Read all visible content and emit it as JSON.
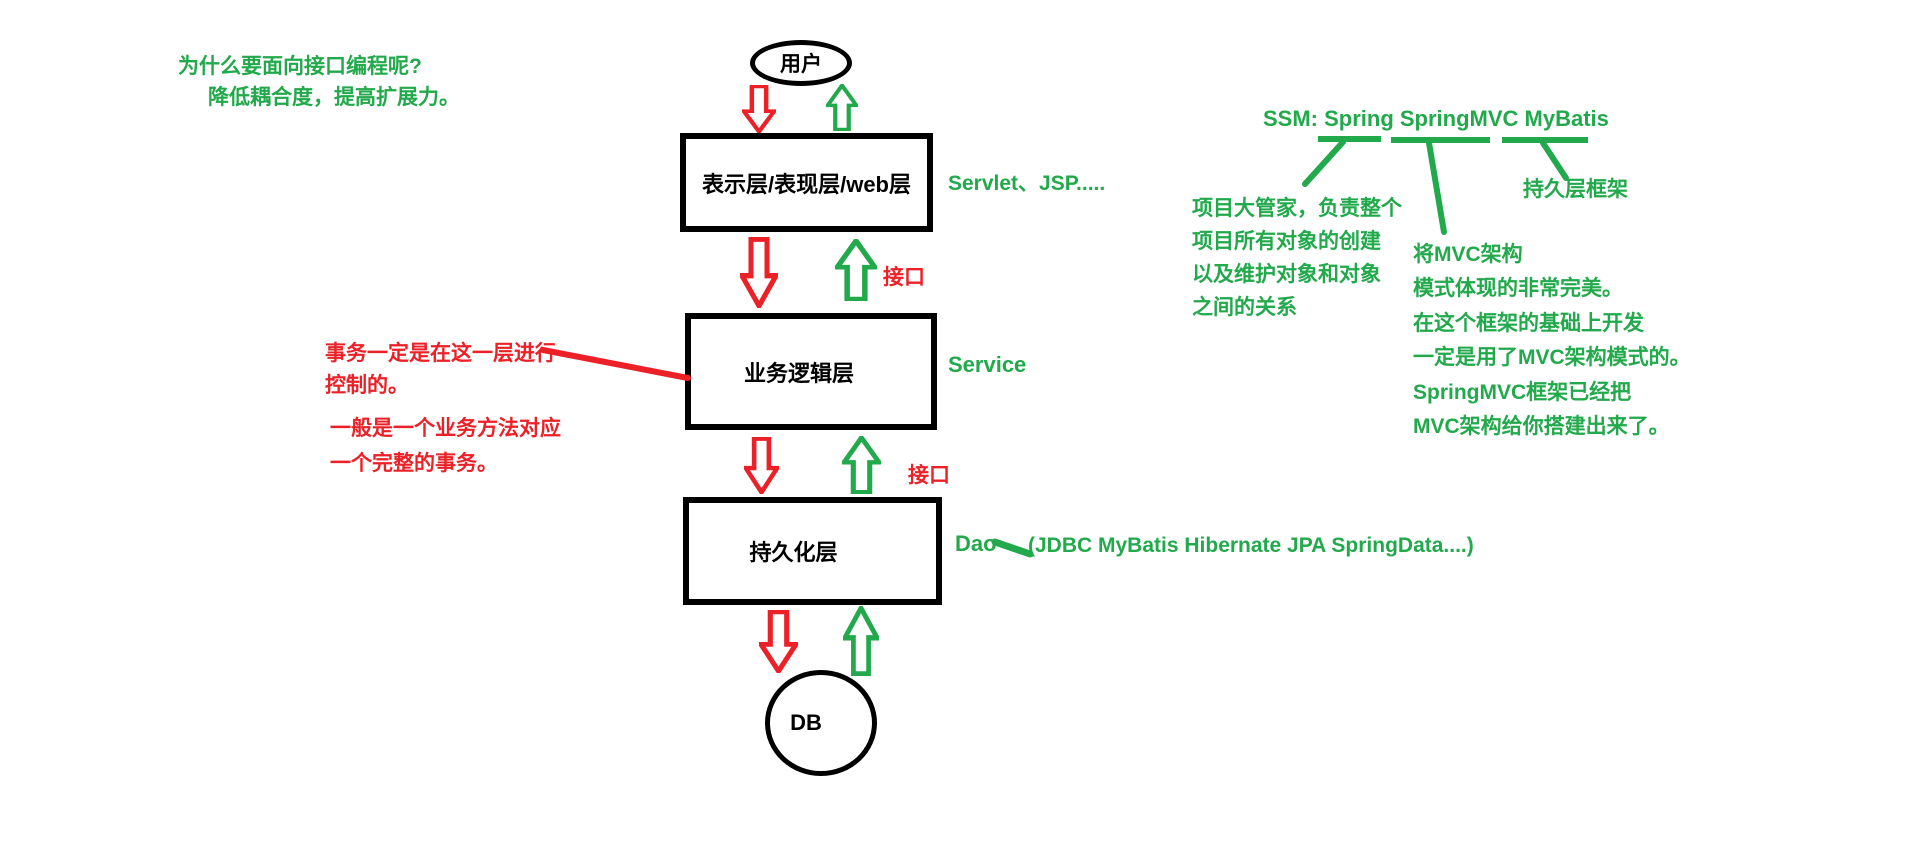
{
  "colors": {
    "green": "#22a94c",
    "red": "#ec2027",
    "black": "#000000"
  },
  "why_note": {
    "line1": "为什么要面向接口编程呢?",
    "line2": "降低耦合度，提高扩展力。"
  },
  "flow": {
    "user": "用户",
    "web_layer": "表示层/表现层/web层",
    "web_note": "Servlet、JSP.....",
    "interface1": "接口",
    "service_layer": "业务逻辑层",
    "service_note": "Service",
    "interface2": "接口",
    "dao_layer": "持久化层",
    "dao_note": "Dao",
    "dao_detail": "(JDBC MyBatis Hibernate JPA SpringData....)",
    "db": "DB"
  },
  "tx_note": {
    "line1": "事务一定是在这一层进行",
    "line2": "控制的。",
    "line3": "一般是一个业务方法对应",
    "line4": "一个完整的事务。"
  },
  "ssm": {
    "heading": "SSM: Spring SpringMVC MyBatis",
    "spring_note": [
      "项目大管家，负责整个",
      "项目所有对象的创建",
      "以及维护对象和对象",
      "之间的关系"
    ],
    "springmvc_note": [
      "将MVC架构",
      "模式体现的非常完美。",
      "在这个框架的基础上开发",
      "一定是用了MVC架构模式的。",
      "SpringMVC框架已经把",
      "MVC架构给你搭建出来了。"
    ],
    "mybatis_note": "持久层框架"
  }
}
